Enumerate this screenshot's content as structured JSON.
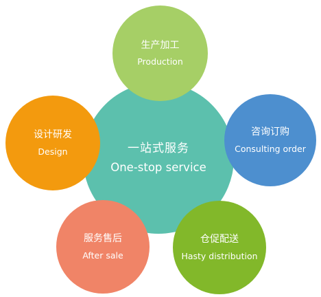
{
  "hub": {
    "label_cn": "一站式服务",
    "label_en": "One-stop service",
    "color": "#5cc0ad"
  },
  "nodes": [
    {
      "label_cn": "生产加工",
      "label_en": "Production",
      "color": "#a6cf66"
    },
    {
      "label_cn": "咨询订购",
      "label_en": "Consulting order",
      "color": "#4d8fcf"
    },
    {
      "label_cn": "设计研发",
      "label_en": "Design",
      "color": "#f39a0e"
    },
    {
      "label_cn": "服务售后",
      "label_en": "After sale",
      "color": "#f08467"
    },
    {
      "label_cn": "仓促配送",
      "label_en": "Hasty distribution",
      "color": "#82b82a"
    }
  ]
}
